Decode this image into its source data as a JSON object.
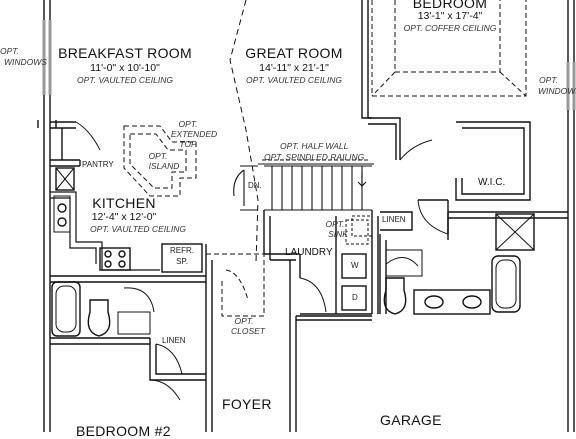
{
  "rooms": {
    "breakfast": {
      "name": "BREAKFAST ROOM",
      "dims": "11'-0\" x 10'-10\"",
      "note": "OPT. VAULTED CEILING"
    },
    "great": {
      "name": "GREAT ROOM",
      "dims": "14'-11\" x 21'-1\"",
      "note": "OPT. VAULTED CEILING"
    },
    "bedroom_main": {
      "name": "BEDROOM",
      "dims": "13'-1\" x 17'-4\"",
      "note": "OPT. COFFER CEILING"
    },
    "kitchen": {
      "name": "KITCHEN",
      "dims": "12'-4\" x 12'-0\"",
      "note": "OPT. VAULTED CEILING"
    },
    "laundry": {
      "name": "LAUNDRY"
    },
    "foyer": {
      "name": "FOYER"
    },
    "garage": {
      "name": "GARAGE"
    },
    "bedroom2": {
      "name": "BEDROOM #2"
    },
    "wic": {
      "name": "W.I.C."
    }
  },
  "labels": {
    "opt_windows_left": [
      "OPT.",
      "WINDOWS"
    ],
    "opt_windows_right": [
      "OPT.",
      "WINDOWS"
    ],
    "opt_extended_top": [
      "OPT.",
      "EXTENDED",
      "TOP"
    ],
    "opt_island": [
      "OPT.",
      "ISLAND"
    ],
    "half_wall": "OPT. HALF WALL",
    "spindled": "OPT. SPINDLED RAILING",
    "pantry": "PANTRY",
    "dn": "DN.",
    "opt_sink": [
      "OPT.",
      "SINK"
    ],
    "linen_upper": "LINEN",
    "linen_lower": "LINEN",
    "refr": [
      "REFR.",
      "SP."
    ],
    "washer": "W",
    "dryer": "D",
    "opt_closet": [
      "OPT.",
      "CLOSET"
    ]
  }
}
